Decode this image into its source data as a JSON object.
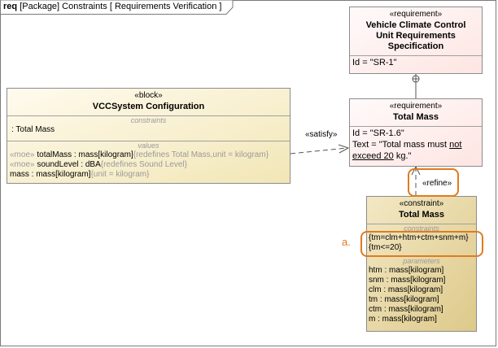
{
  "frame": {
    "kind": "req",
    "title": "[Package] Constraints [ Requirements Verification ]"
  },
  "req_sr1": {
    "stereotype": "«requirement»",
    "name_lines": [
      "Vehicle Climate Control",
      "Unit Requirements",
      "Specification"
    ],
    "id": "Id = \"SR-1\""
  },
  "req_sr16": {
    "stereotype": "«requirement»",
    "name": "Total Mass",
    "id": "Id = \"SR-1.6\"",
    "text_line1_a": "Text = \"Total mass must ",
    "text_line1_b": "not",
    "text_line2_a": "exceed 20",
    "text_line2_b": " kg.\""
  },
  "block": {
    "stereotype": "«block»",
    "name": "VCCSystem Configuration",
    "constraints_title": "constraints",
    "constraint_item": ": Total Mass",
    "values_title": "values",
    "values": [
      {
        "prefix": "«moe» ",
        "main": "totalMass : mass[kilogram]",
        "suffix": "{redefines Total Mass,unit = kilogram}"
      },
      {
        "prefix": "«moe» ",
        "main": "soundLevel : dBA",
        "suffix": "{redefines Sound Level}"
      },
      {
        "prefix": "",
        "main": "mass : mass[kilogram]",
        "suffix": "{unit = kilogram}"
      }
    ]
  },
  "constraint": {
    "stereotype": "«constraint»",
    "name": "Total Mass",
    "constraints_title": "constraints",
    "constraints": [
      "{tm=clm+htm+ctm+snm+m}",
      "{tm<=20}"
    ],
    "parameters_title": "parameters",
    "parameters": [
      "htm : mass[kilogram]",
      "snm : mass[kilogram]",
      "clm : mass[kilogram]",
      "tm : mass[kilogram]",
      "ctm : mass[kilogram]",
      "m : mass[kilogram]"
    ]
  },
  "relations": {
    "satisfy_label": "«satisfy»",
    "refine_label": "«refine»"
  },
  "annotations": {
    "a_label": "a."
  },
  "colors": {
    "highlight": "#e07b20",
    "requirement_fill": "#fde5e2",
    "block_fill": "#f2e6b6",
    "constraint_fill": "#ddc98a"
  }
}
